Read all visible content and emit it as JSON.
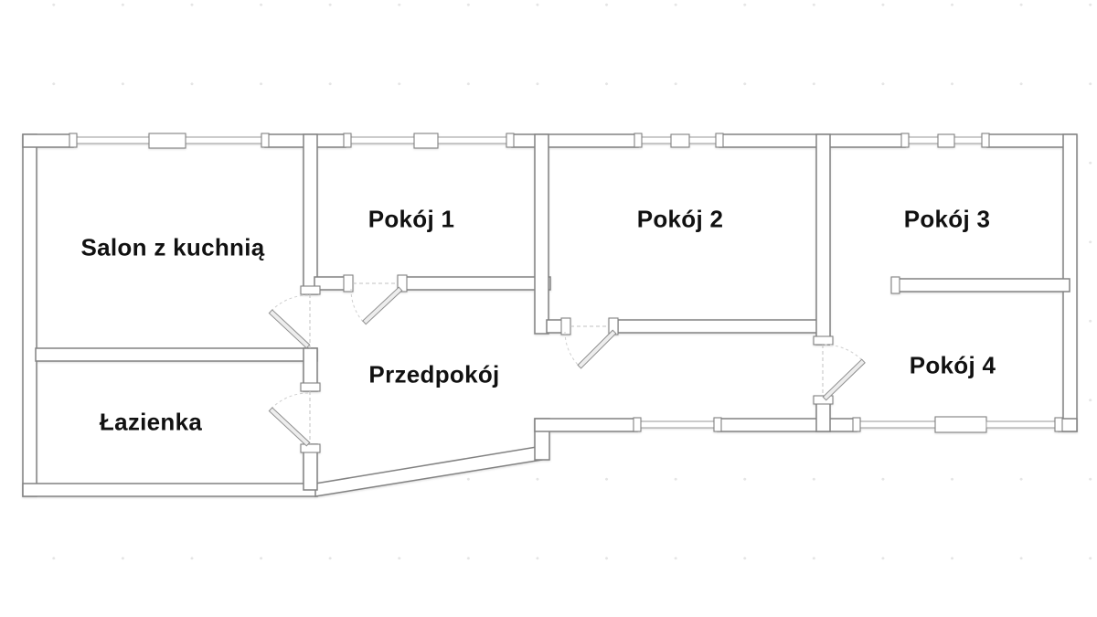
{
  "rooms": [
    {
      "id": "salon",
      "label": "Salon z kuchnią"
    },
    {
      "id": "pokoj-1",
      "label": "Pokój 1"
    },
    {
      "id": "pokoj-2",
      "label": "Pokój 2"
    },
    {
      "id": "pokoj-3",
      "label": "Pokój 3"
    },
    {
      "id": "pokoj-4",
      "label": "Pokój 4"
    },
    {
      "id": "przedpokoj",
      "label": "Przedpokój"
    },
    {
      "id": "lazienka",
      "label": "Łazienka"
    }
  ],
  "colors": {
    "wall_outline": "#828282",
    "wall_fill": "#ffffff",
    "window_line": "#9a9a9a",
    "door_leaf": "#ededed",
    "label_text": "#111111",
    "background": "#ffffff",
    "watermark_dot": "#e5e5e5"
  }
}
